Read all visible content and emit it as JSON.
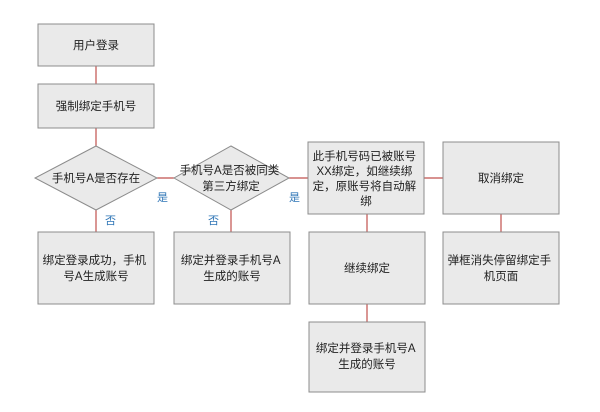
{
  "nodes": {
    "login": "用户登录",
    "bind_phone": "强制绑定手机号",
    "phone_exists": "手机号A是否存在",
    "phone_bound_third": [
      "手机号A是否被同类",
      "第三方绑定"
    ],
    "already_bound": [
      "此手机号码已被账号",
      "XX绑定，如继续绑",
      "定，原账号将自动解",
      "绑"
    ],
    "cancel_bind": "取消绑定",
    "bind_login_ok": [
      "绑定登录成功，手机",
      "号A生成账号"
    ],
    "bind_login_new1": [
      "绑定并登录手机号A",
      "生成的账号"
    ],
    "continue_bind": "继续绑定",
    "popup_stay": [
      "弹框消失停留绑定手",
      "机页面"
    ],
    "bind_login_new2": [
      "绑定并登录手机号A",
      "生成的账号"
    ]
  },
  "edges": {
    "yes": "是",
    "no": "否"
  }
}
